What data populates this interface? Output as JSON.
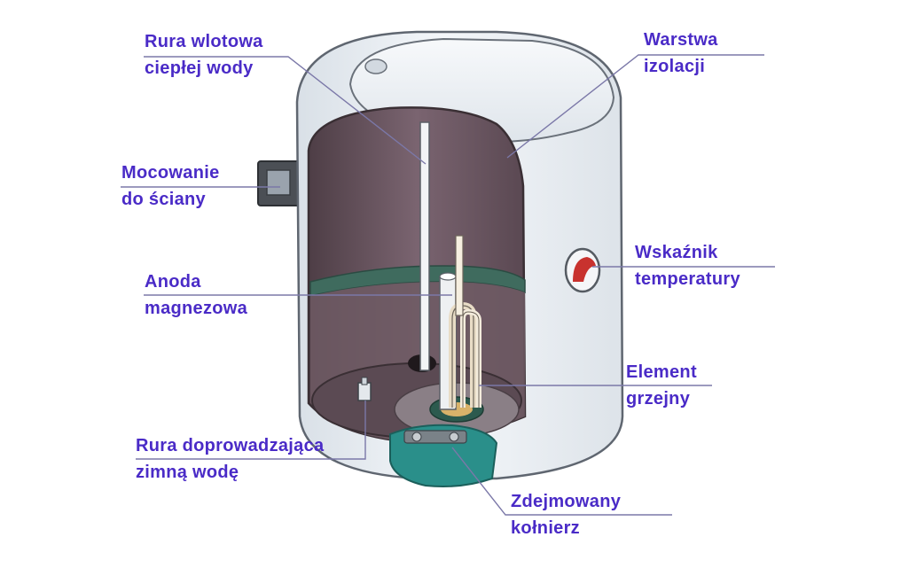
{
  "colors": {
    "label_text": "#4a2bc7",
    "leader_line": "#7b78a8",
    "tank_shell": "#e9eef3",
    "tank_interior": "#6a5560",
    "water_band": "#3f6b5e",
    "flange": "#2a8f8a",
    "heater_element": "#e8dcc6",
    "gauge_red": "#c8322e"
  },
  "labels": {
    "hot_pipe": {
      "line1": "Rura wlotowa",
      "line2": "ciepłej wody"
    },
    "insulation": {
      "line1": "Warstwa",
      "line2": "izolacji"
    },
    "wall_mount": {
      "line1": "Mocowanie",
      "line2": "do ściany"
    },
    "thermometer": {
      "line1": "Wskaźnik",
      "line2": "temperatury"
    },
    "anode": {
      "line1": "Anoda",
      "line2": "magnezowa"
    },
    "heating_element": {
      "line1": "Element",
      "line2": "grzejny"
    },
    "cold_pipe": {
      "line1": "Rura doprowadzająca",
      "line2": "zimną wodę"
    },
    "flange": {
      "line1": "Zdejmowany",
      "line2": "kołnierz"
    }
  }
}
